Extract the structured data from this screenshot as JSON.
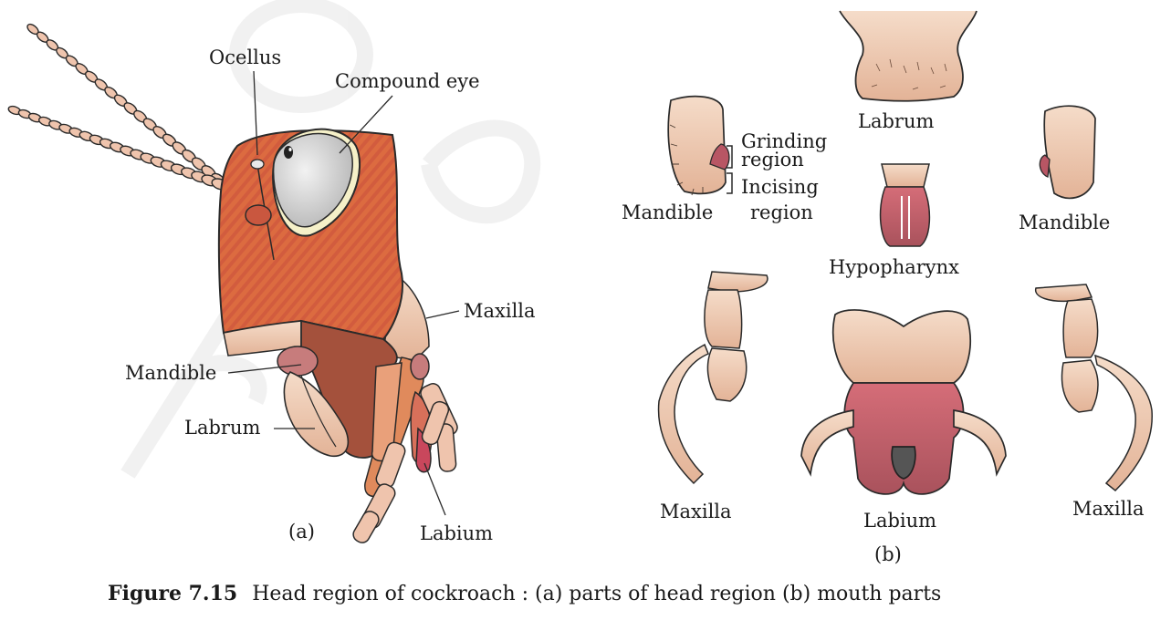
{
  "figure": {
    "number": "Figure 7.15",
    "caption": "Head region of cockroach :  (a) parts of head region  (b) mouth parts"
  },
  "panel_a": {
    "tag": "(a)",
    "labels": {
      "ocellus": "Ocellus",
      "compound_eye": "Compound  eye",
      "maxilla": "Maxilla",
      "mandible": "Mandible",
      "labrum": "Labrum",
      "labium": "Labium"
    }
  },
  "panel_b": {
    "tag": "(b)",
    "labels": {
      "labrum": "Labrum",
      "grinding": "Grinding",
      "grinding_2": "region",
      "incising": "Incising",
      "incising_2": "region",
      "mandible_left": "Mandible",
      "mandible_right": "Mandible",
      "hypopharynx": "Hypopharynx",
      "maxilla_left": "Maxilla",
      "maxilla_right": "Maxilla",
      "labium": "Labium"
    }
  },
  "colors": {
    "head": "#d9683f",
    "head_stripe": "#c9553a",
    "eye": "#d9d9d9",
    "eye_rim": "#f4f1c8",
    "mandible_dark": "#a4513c",
    "cream": "#ecc6ad",
    "pink": "#c85a6a",
    "outline": "#2a2a2a"
  }
}
